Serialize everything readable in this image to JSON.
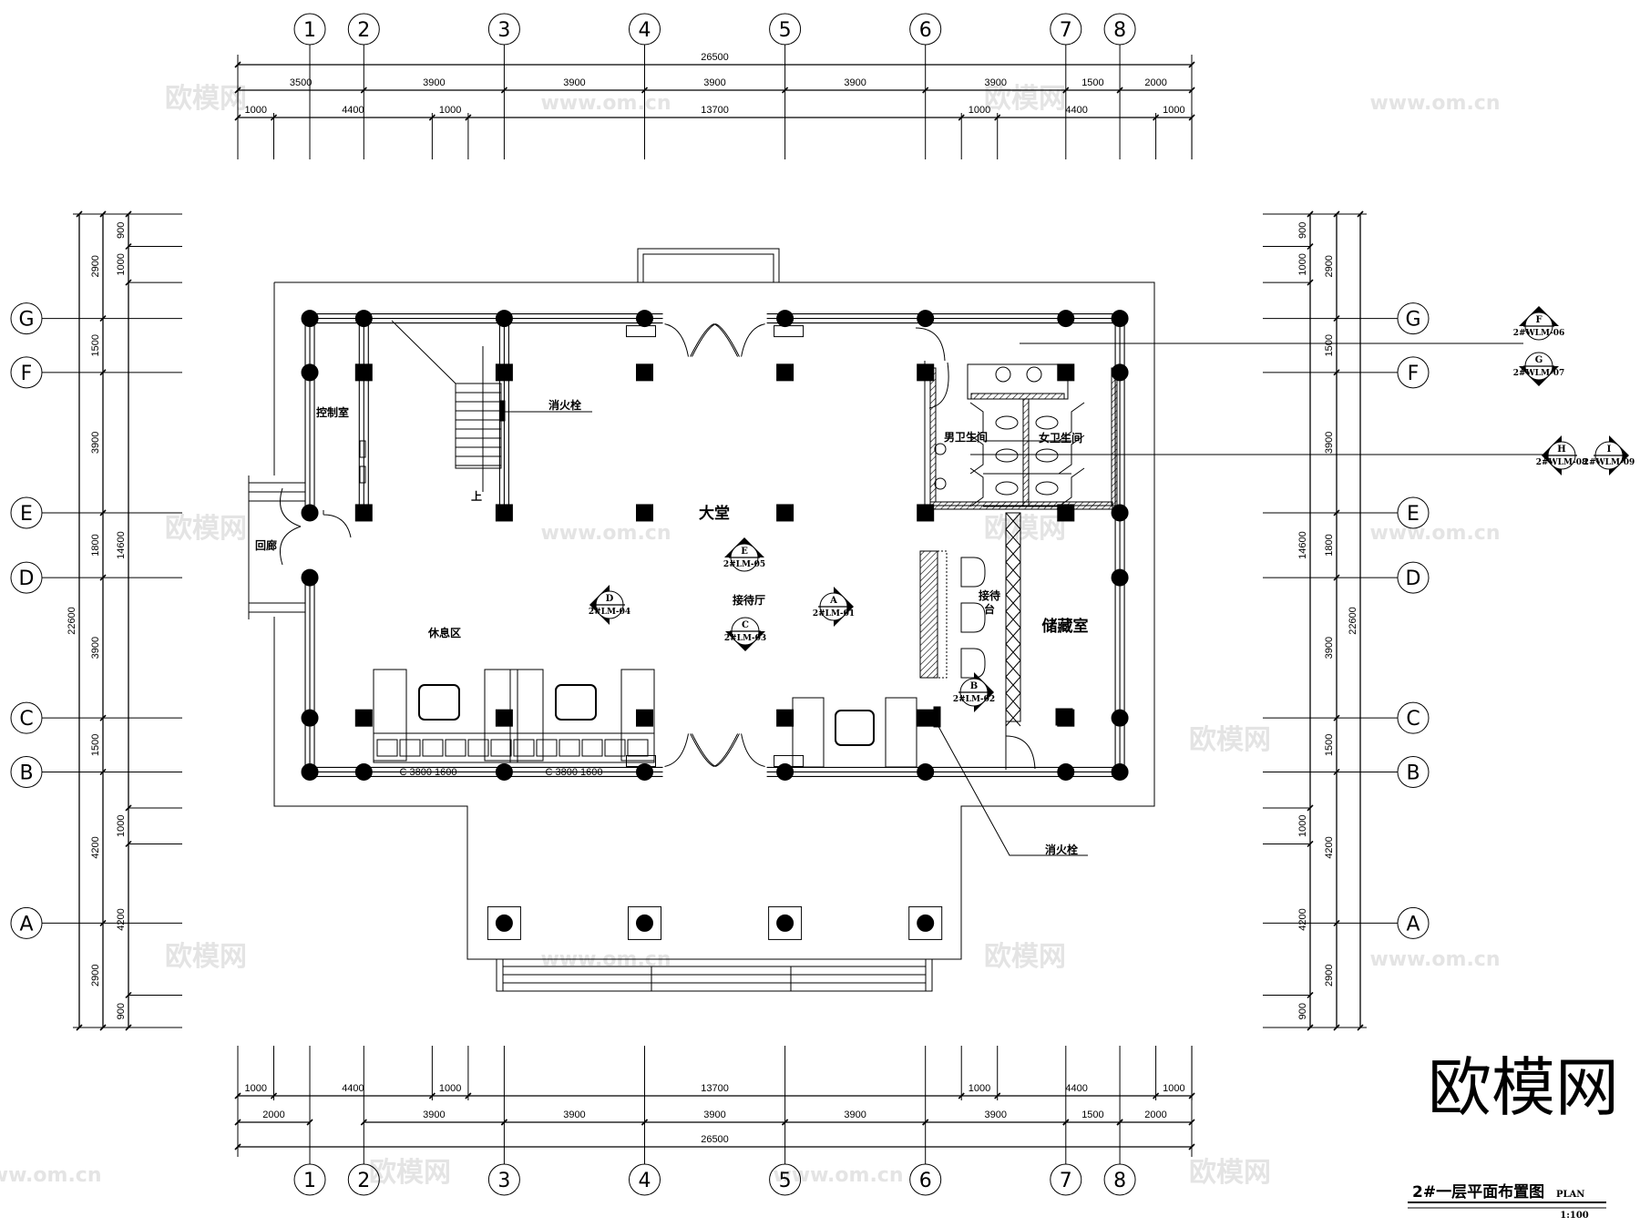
{
  "title": {
    "main": "2#一层平面布置图",
    "suffix": "PLAN",
    "scale": "1:100"
  },
  "grid": {
    "columns": [
      "1",
      "2",
      "3",
      "4",
      "5",
      "6",
      "7",
      "8"
    ],
    "rows": [
      "G",
      "F",
      "E",
      "D",
      "C",
      "B",
      "A"
    ]
  },
  "dimensions": {
    "top": {
      "overall": "26500",
      "bays": [
        "3500",
        "3900",
        "3900",
        "3900",
        "3900",
        "3900",
        "1500",
        "2000"
      ],
      "details": [
        "1000",
        "4400",
        "1000",
        "13700",
        "1000",
        "4400",
        "1000"
      ]
    },
    "bottom": {
      "details": [
        "1000",
        "4400",
        "1000",
        "13700",
        "1000",
        "4400",
        "1000"
      ],
      "bays": [
        "2000",
        "3900",
        "3900",
        "3900",
        "3900",
        "3900",
        "1500",
        "2000"
      ],
      "overall": "26500"
    },
    "left": {
      "overall": "22600",
      "bays": [
        "2900",
        "1500",
        "3900",
        "1800",
        "3900",
        "1500",
        "4200",
        "2900"
      ],
      "details": [
        "900",
        "1000",
        "14600",
        "1000",
        "4200",
        "900"
      ]
    },
    "right": {
      "overall": "22600",
      "bays": [
        "2900",
        "1500",
        "3900",
        "1800",
        "3900",
        "1500",
        "4200",
        "2900"
      ],
      "details": [
        "900",
        "1000",
        "14600",
        "1000",
        "4200",
        "900"
      ]
    }
  },
  "rooms": {
    "control_room": "控制室",
    "hydrant_top": "消火栓",
    "stair_up": "上",
    "lobby": "大堂",
    "corridor": "回廊",
    "lounge": "休息区",
    "reception_hall": "接待厅",
    "reception_desk_1": "接待",
    "reception_desk_2": "台",
    "storage": "储藏室",
    "mens_wc": "男卫生间",
    "womens_wc": "女卫生间",
    "hydrant_bottom": "消火栓"
  },
  "windows": [
    {
      "label": "C 3800  1600"
    },
    {
      "label": "C 3800  1600"
    }
  ],
  "section_markers": [
    {
      "letter": "E",
      "sheet": "2#LM-05",
      "direction": "up"
    },
    {
      "letter": "D",
      "sheet": "2#LM-04",
      "direction": "left"
    },
    {
      "letter": "C",
      "sheet": "2#LM-03",
      "direction": "down"
    },
    {
      "letter": "A",
      "sheet": "2#LM-01",
      "direction": "right"
    },
    {
      "letter": "B",
      "sheet": "2#LM-02",
      "direction": "right"
    },
    {
      "letter": "F",
      "sheet": "2#WLM-06",
      "direction": "up"
    },
    {
      "letter": "G",
      "sheet": "2#WLM-07",
      "direction": "down"
    },
    {
      "letter": "H",
      "sheet": "2#WLM-08",
      "direction": "left"
    },
    {
      "letter": "I",
      "sheet": "2#WLM-09",
      "direction": "right"
    }
  ],
  "watermark": {
    "logo": "欧模网",
    "url": "www.om.cn"
  },
  "colors": {
    "ink": "#000000",
    "watermark": "#e4e4e4",
    "background": "#ffffff"
  }
}
